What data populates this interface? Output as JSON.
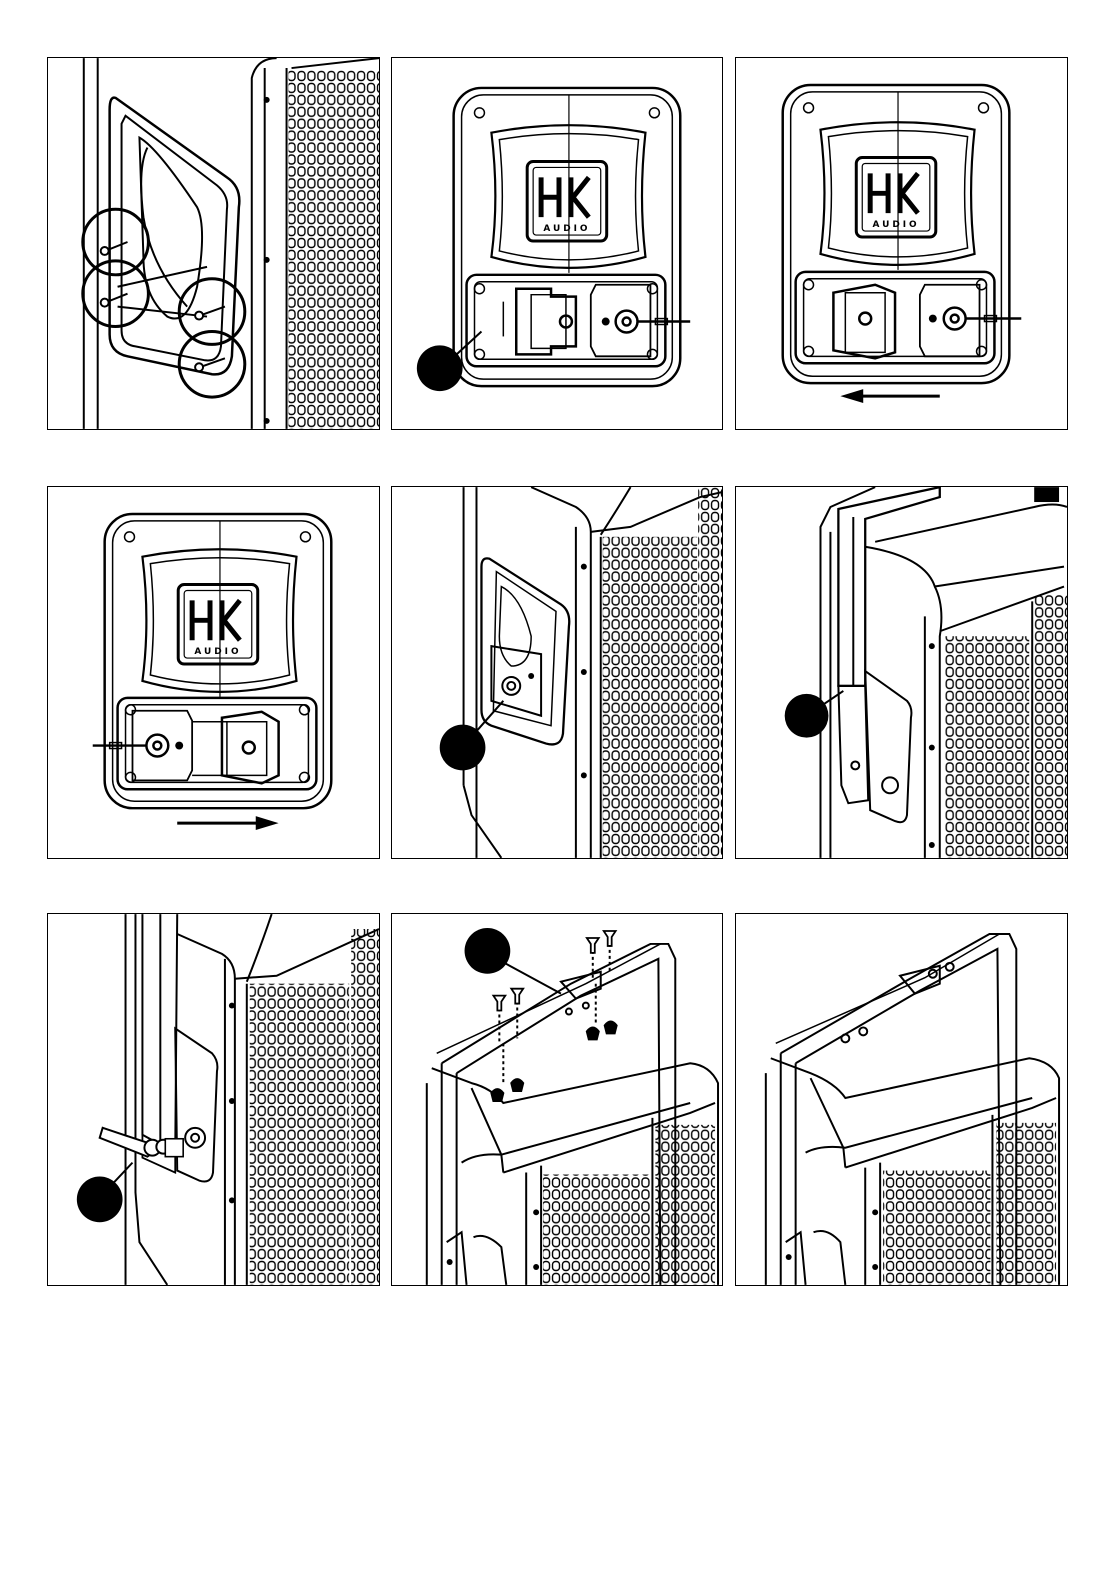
{
  "document": {
    "type": "assembly-instructions-illustration",
    "panel_count": 9,
    "line_color": "#000000",
    "background_color": "#ffffff"
  },
  "panels": [
    {
      "id": 1,
      "content": "side-view-handle-screws",
      "callouts": [],
      "marks": [
        "screw-circle-1",
        "screw-circle-2",
        "screw-circle-3",
        "screw-circle-4"
      ]
    },
    {
      "id": 2,
      "content": "rear-view-mounting-plate",
      "callouts": [
        "callout-dot"
      ],
      "logo": {
        "brand": "HK",
        "sub": "AUDIO"
      }
    },
    {
      "id": 3,
      "content": "rear-view-slide-left",
      "callouts": [],
      "arrow": "left",
      "logo": {
        "brand": "HK",
        "sub": "AUDIO"
      }
    },
    {
      "id": 4,
      "content": "rear-view-slide-right",
      "callouts": [],
      "arrow": "right",
      "logo": {
        "brand": "HK",
        "sub": "AUDIO"
      }
    },
    {
      "id": 5,
      "content": "side-view-bracket-attached",
      "callouts": [
        "callout-dot"
      ]
    },
    {
      "id": 6,
      "content": "side-view-yoke-fitted",
      "callouts": [
        "callout-dot"
      ]
    },
    {
      "id": 7,
      "content": "side-view-lever-handle",
      "callouts": [
        "callout-dot"
      ]
    },
    {
      "id": 8,
      "content": "top-view-yoke-bolts",
      "callouts": [
        "callout-dot"
      ]
    },
    {
      "id": 9,
      "content": "top-view-yoke-complete",
      "callouts": []
    }
  ]
}
